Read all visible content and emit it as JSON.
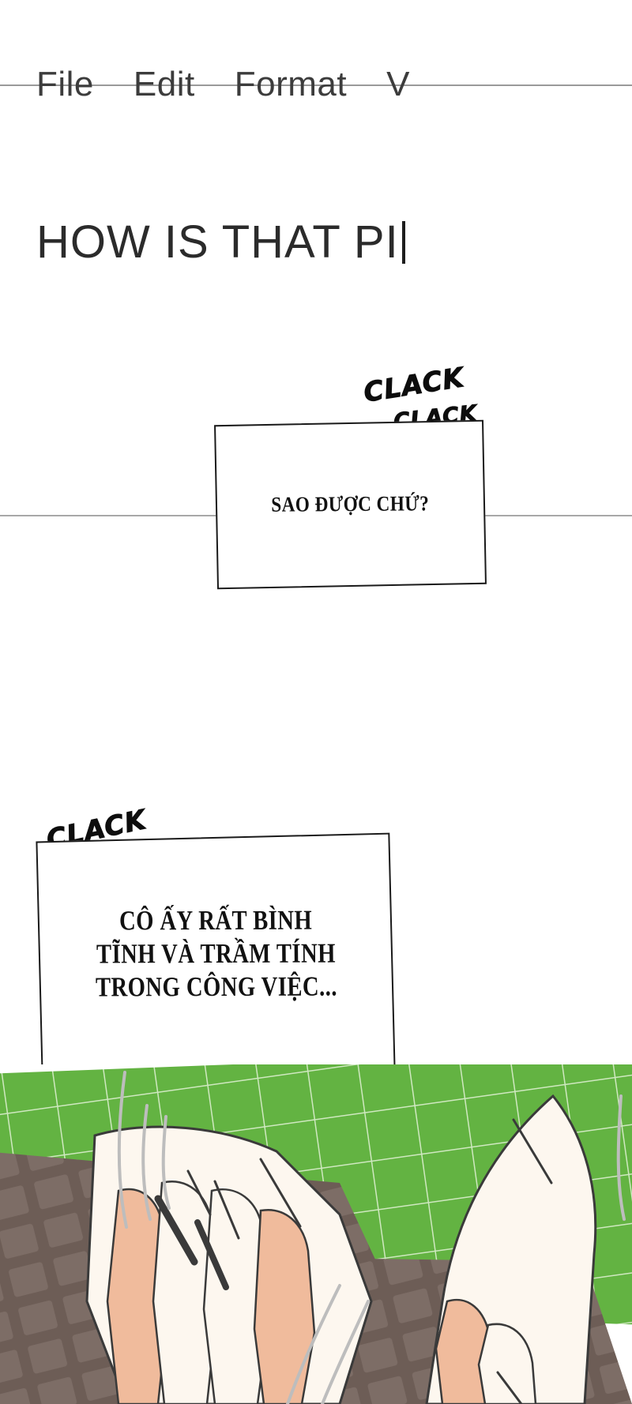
{
  "editor": {
    "menu": [
      {
        "label": "File",
        "name": "menu-file"
      },
      {
        "label": "Edit",
        "name": "menu-edit"
      },
      {
        "label": "Format",
        "name": "menu-format"
      },
      {
        "label": "V",
        "name": "menu-view"
      }
    ],
    "document_text": "HOW IS THAT PI"
  },
  "panel": {
    "bubbles": [
      {
        "id": "bubble-1",
        "text": "SAO ĐƯỢC CHỨ?"
      },
      {
        "id": "bubble-2",
        "line1": "CÔ ẤY RẤT BÌNH",
        "line2": "TĨNH VÀ TRẦM TÍNH",
        "line3": "TRONG CÔNG VIỆC..."
      }
    ],
    "sound_effects": [
      {
        "id": "sfx-1",
        "text": "CLACK"
      },
      {
        "id": "sfx-2",
        "text": "CLACK"
      },
      {
        "id": "sfx-3",
        "text": "CLACK"
      }
    ]
  },
  "artwork": {
    "description": "hands typing on keyboard",
    "colors": {
      "green_mat": "#63b342",
      "green_mat_light": "#74c255",
      "grid_line": "#cfe8c0",
      "keyboard_base": "#6d5d56",
      "keyboard_key": "#7d6d66",
      "skin_light": "#fdf7ef",
      "skin_shadow": "#f0bb9c",
      "outline": "#3a3a3a",
      "motion_line": "#bdbdbd"
    }
  },
  "theme": {
    "page_background": "#ffffff",
    "text_color": "#111111",
    "rule_color": "#a8a8a8",
    "menu_text_color": "#3c3c3c"
  }
}
